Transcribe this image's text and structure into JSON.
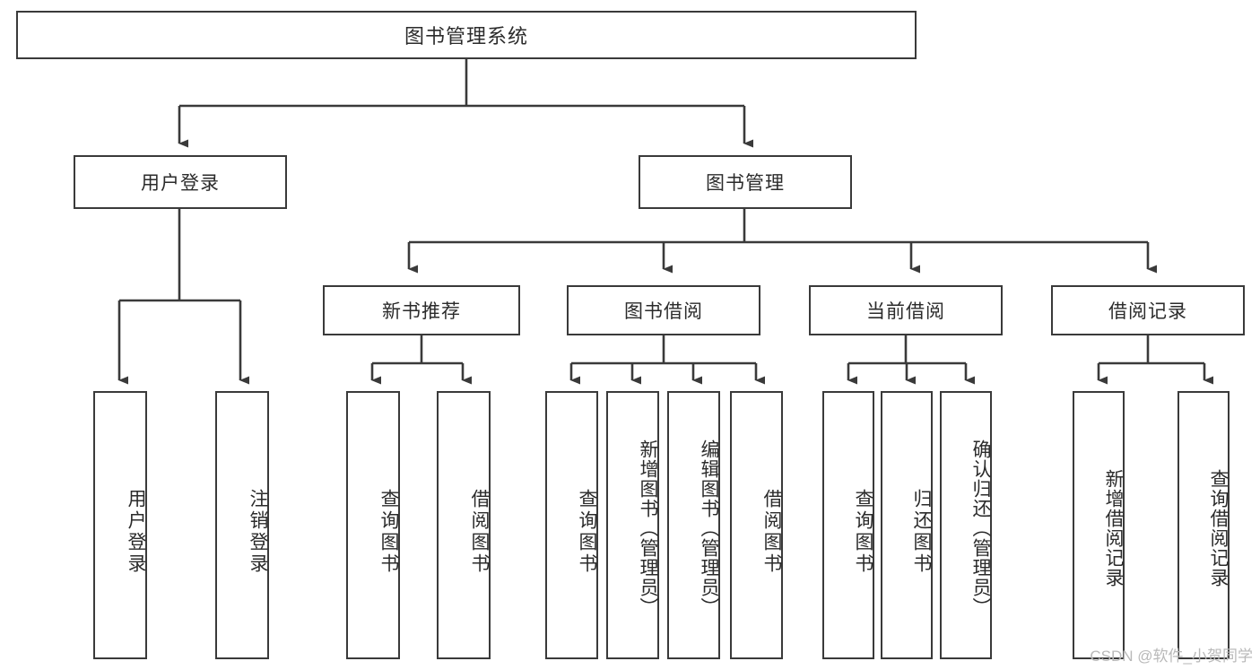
{
  "diagram": {
    "type": "tree",
    "title": "图书管理系统",
    "watermark": "CSDN @软件_小贺同学",
    "colors": {
      "border": "#3a3a3a",
      "background": "#ffffff",
      "text": "#2b2b2b",
      "watermark": "#b9b9b9"
    },
    "root": {
      "label": "图书管理系统"
    },
    "level2": [
      {
        "label": "用户登录"
      },
      {
        "label": "图书管理"
      }
    ],
    "level3": [
      {
        "label": "新书推荐"
      },
      {
        "label": "图书借阅"
      },
      {
        "label": "当前借阅"
      },
      {
        "label": "借阅记录"
      }
    ],
    "leaves": {
      "user_login": [
        {
          "label": "用户登录"
        },
        {
          "label": "注销登录"
        }
      ],
      "new_book": [
        {
          "label": "查询图书"
        },
        {
          "label": "借阅图书"
        }
      ],
      "book_borrow": [
        {
          "label": "查询图书"
        },
        {
          "label": "新增图书（管理员）"
        },
        {
          "label": "编辑图书（管理员）"
        },
        {
          "label": "借阅图书"
        }
      ],
      "current_borrow": [
        {
          "label": "查询图书"
        },
        {
          "label": "归还图书"
        },
        {
          "label": "确认归还（管理员）"
        }
      ],
      "borrow_record": [
        {
          "label": "新增借阅记录"
        },
        {
          "label": "查询借阅记录"
        }
      ]
    }
  }
}
